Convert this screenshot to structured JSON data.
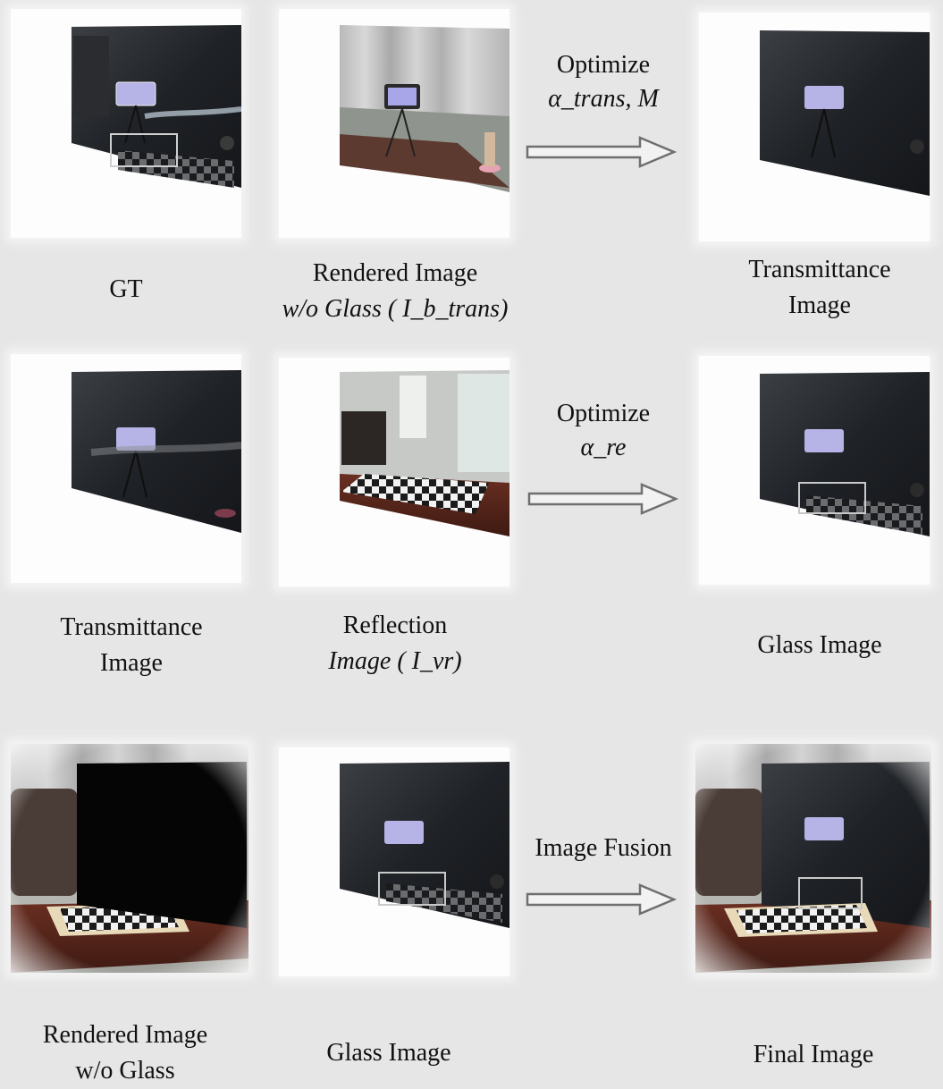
{
  "rows": [
    {
      "operation": {
        "label": "Optimize",
        "params": "α_trans, M"
      },
      "captions": {
        "left": [
          "GT"
        ],
        "middle": [
          "Rendered Image",
          "w/o Glass ( I_b_trans)"
        ],
        "right": [
          "Transmittance",
          "Image"
        ]
      }
    },
    {
      "operation": {
        "label": "Optimize",
        "params": "α_re"
      },
      "captions": {
        "left": [
          "Transmittance",
          "Image"
        ],
        "middle": [
          "Reflection",
          "Image ( I_vr)"
        ],
        "right": [
          "Glass Image"
        ]
      }
    },
    {
      "operation": {
        "label": "Image Fusion",
        "params": ""
      },
      "captions": {
        "left": [
          "Rendered Image",
          "w/o Glass"
        ],
        "middle": [
          "Glass Image"
        ],
        "right": [
          "Final Image"
        ]
      }
    }
  ]
}
